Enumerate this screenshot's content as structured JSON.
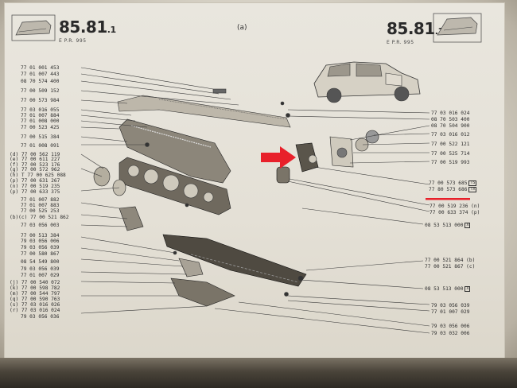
{
  "header": {
    "left_number": "85.81",
    "left_sub": ".1",
    "left_small": "E      P.R. 995",
    "right_number": "85.81",
    "right_sub": ".1",
    "right_small": "E      P.R. 995",
    "figure_label": "(a)"
  },
  "left_labels": [
    {
      "text": "77 01 001 453"
    },
    {
      "text": "77 01 007 443"
    },
    {
      "text": "08 70 574 400"
    },
    {
      "text": "77 00 509 152"
    },
    {
      "text": "77 00 573 984"
    },
    {
      "text": "77 03 016 055"
    },
    {
      "text": "77 01 007 884"
    },
    {
      "text": "77 01 008 000"
    },
    {
      "text": "77 00 523 425"
    },
    {
      "text": "77 00 515 384"
    },
    {
      "text": "77 01 008 091"
    },
    {
      "text": "(d) 77 00 562 119"
    },
    {
      "text": "(e) 77 00 611 227"
    },
    {
      "text": "(f) 77 00 523 176"
    },
    {
      "text": "(g) 77 00 572 962"
    },
    {
      "text": "(h) T 77 00 625 088"
    },
    {
      "text": "(p) 77 00 631 267"
    },
    {
      "text": "(n) 77 00 519 235"
    },
    {
      "text": "(p) 77 00 633 375"
    },
    {
      "text": "77 01 007 882"
    },
    {
      "text": "77 01 007 883"
    },
    {
      "text": "77 00 525 253"
    },
    {
      "text": "(b)(c) 77 00 521 862"
    },
    {
      "text": "77 03 056 003"
    },
    {
      "text": "77 00 513 384"
    },
    {
      "text": "79 03 056 006"
    },
    {
      "text": "79 03 056 039"
    },
    {
      "text": "77 00 580 867"
    },
    {
      "text": "08 54 549 800"
    },
    {
      "text": "79 03 056 039"
    },
    {
      "text": "77 01 007 029"
    },
    {
      "text": "(j) 77 00 540 072"
    },
    {
      "text": "(k) 77 00 598 782"
    },
    {
      "text": "(m) 77 00 544 797"
    },
    {
      "text": "(q) 77 00 590 763"
    },
    {
      "text": "(s) 77 03 016 026"
    },
    {
      "text": "(r) 77 03 016 024"
    },
    {
      "text": "79 03 056 036"
    }
  ],
  "right_labels": [
    {
      "text": "77 03 016 024"
    },
    {
      "text": "08 70 503 400"
    },
    {
      "text": "08 70 504 900"
    },
    {
      "text": "77 03 016 012"
    },
    {
      "text": "77 00 522 121"
    },
    {
      "text": "77 00 525 714"
    },
    {
      "text": "77 00 519 993"
    },
    {
      "text": "77 00 519 236 (n)"
    },
    {
      "text": "77 00 633 374 (p)"
    },
    {
      "text": "08 53 513 000"
    },
    {
      "text": "77 00 521 864 (b)"
    },
    {
      "text": "77 00 521 867 (c)"
    },
    {
      "text": "08 53 513 000"
    },
    {
      "text": "79 03 056 039"
    },
    {
      "text": "77 01 007 029"
    },
    {
      "text": "79 03 056 006"
    },
    {
      "text": "79 03 032 006"
    }
  ],
  "highlight": {
    "line1": "77 00 573 685",
    "line1_badge": "TS",
    "line2": "77 80 573 686",
    "line2_badge": "TX"
  },
  "badges": {
    "x_mark": "X"
  },
  "colors": {
    "arrow": "#e8202a",
    "underline": "#e8202a",
    "ink": "#2c2c2c",
    "paper": "#e6e2d8"
  }
}
